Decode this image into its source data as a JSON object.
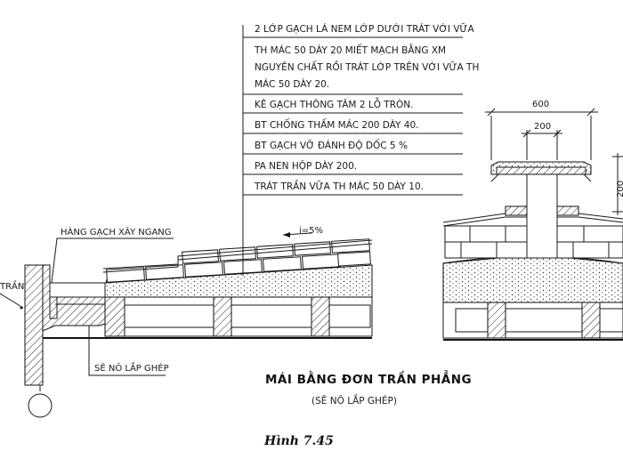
{
  "notes": [
    "2 LỚP GẠCH LÁ NEM LỚP DƯỚI TRÁT VỚI VỮA",
    "TH MÁC 50 DÀY 20 MIẾT MẠCH BẰNG XM",
    "NGUYÊN CHẤT RỒI TRÁT LỚP TRÊN VỚI VỮA TH",
    "MÁC 50 DÀY 20.",
    "KÊ GẠCH THÔNG TÂM 2 LỖ TRÒN.",
    "BT CHỐNG THẤM MÁC 200 DÀY 40.",
    "BT GẠCH VỠ ĐÁNH ĐỘ DỐC 5 %",
    "PA NEN HỘP DÀY 200.",
    "TRÁT TRẦN VỮA TH MÁC 50 DÀY 10."
  ],
  "labels": {
    "brick_row": "HÀNG GẠCH XÂY NGANG",
    "left_edge": "TRẦN",
    "slope": "i=5%",
    "beam": "SÊ NÔ LẮP GHÉP"
  },
  "dimensions": {
    "vent_width": "600",
    "vent_pipe": "200",
    "vent_height": "200"
  },
  "title": "MÁI BẰNG ĐƠN TRẦN PHẲNG",
  "subtitle": "(SÊ NÔ LẮP GHÉP)",
  "caption": "Hình 7.45"
}
